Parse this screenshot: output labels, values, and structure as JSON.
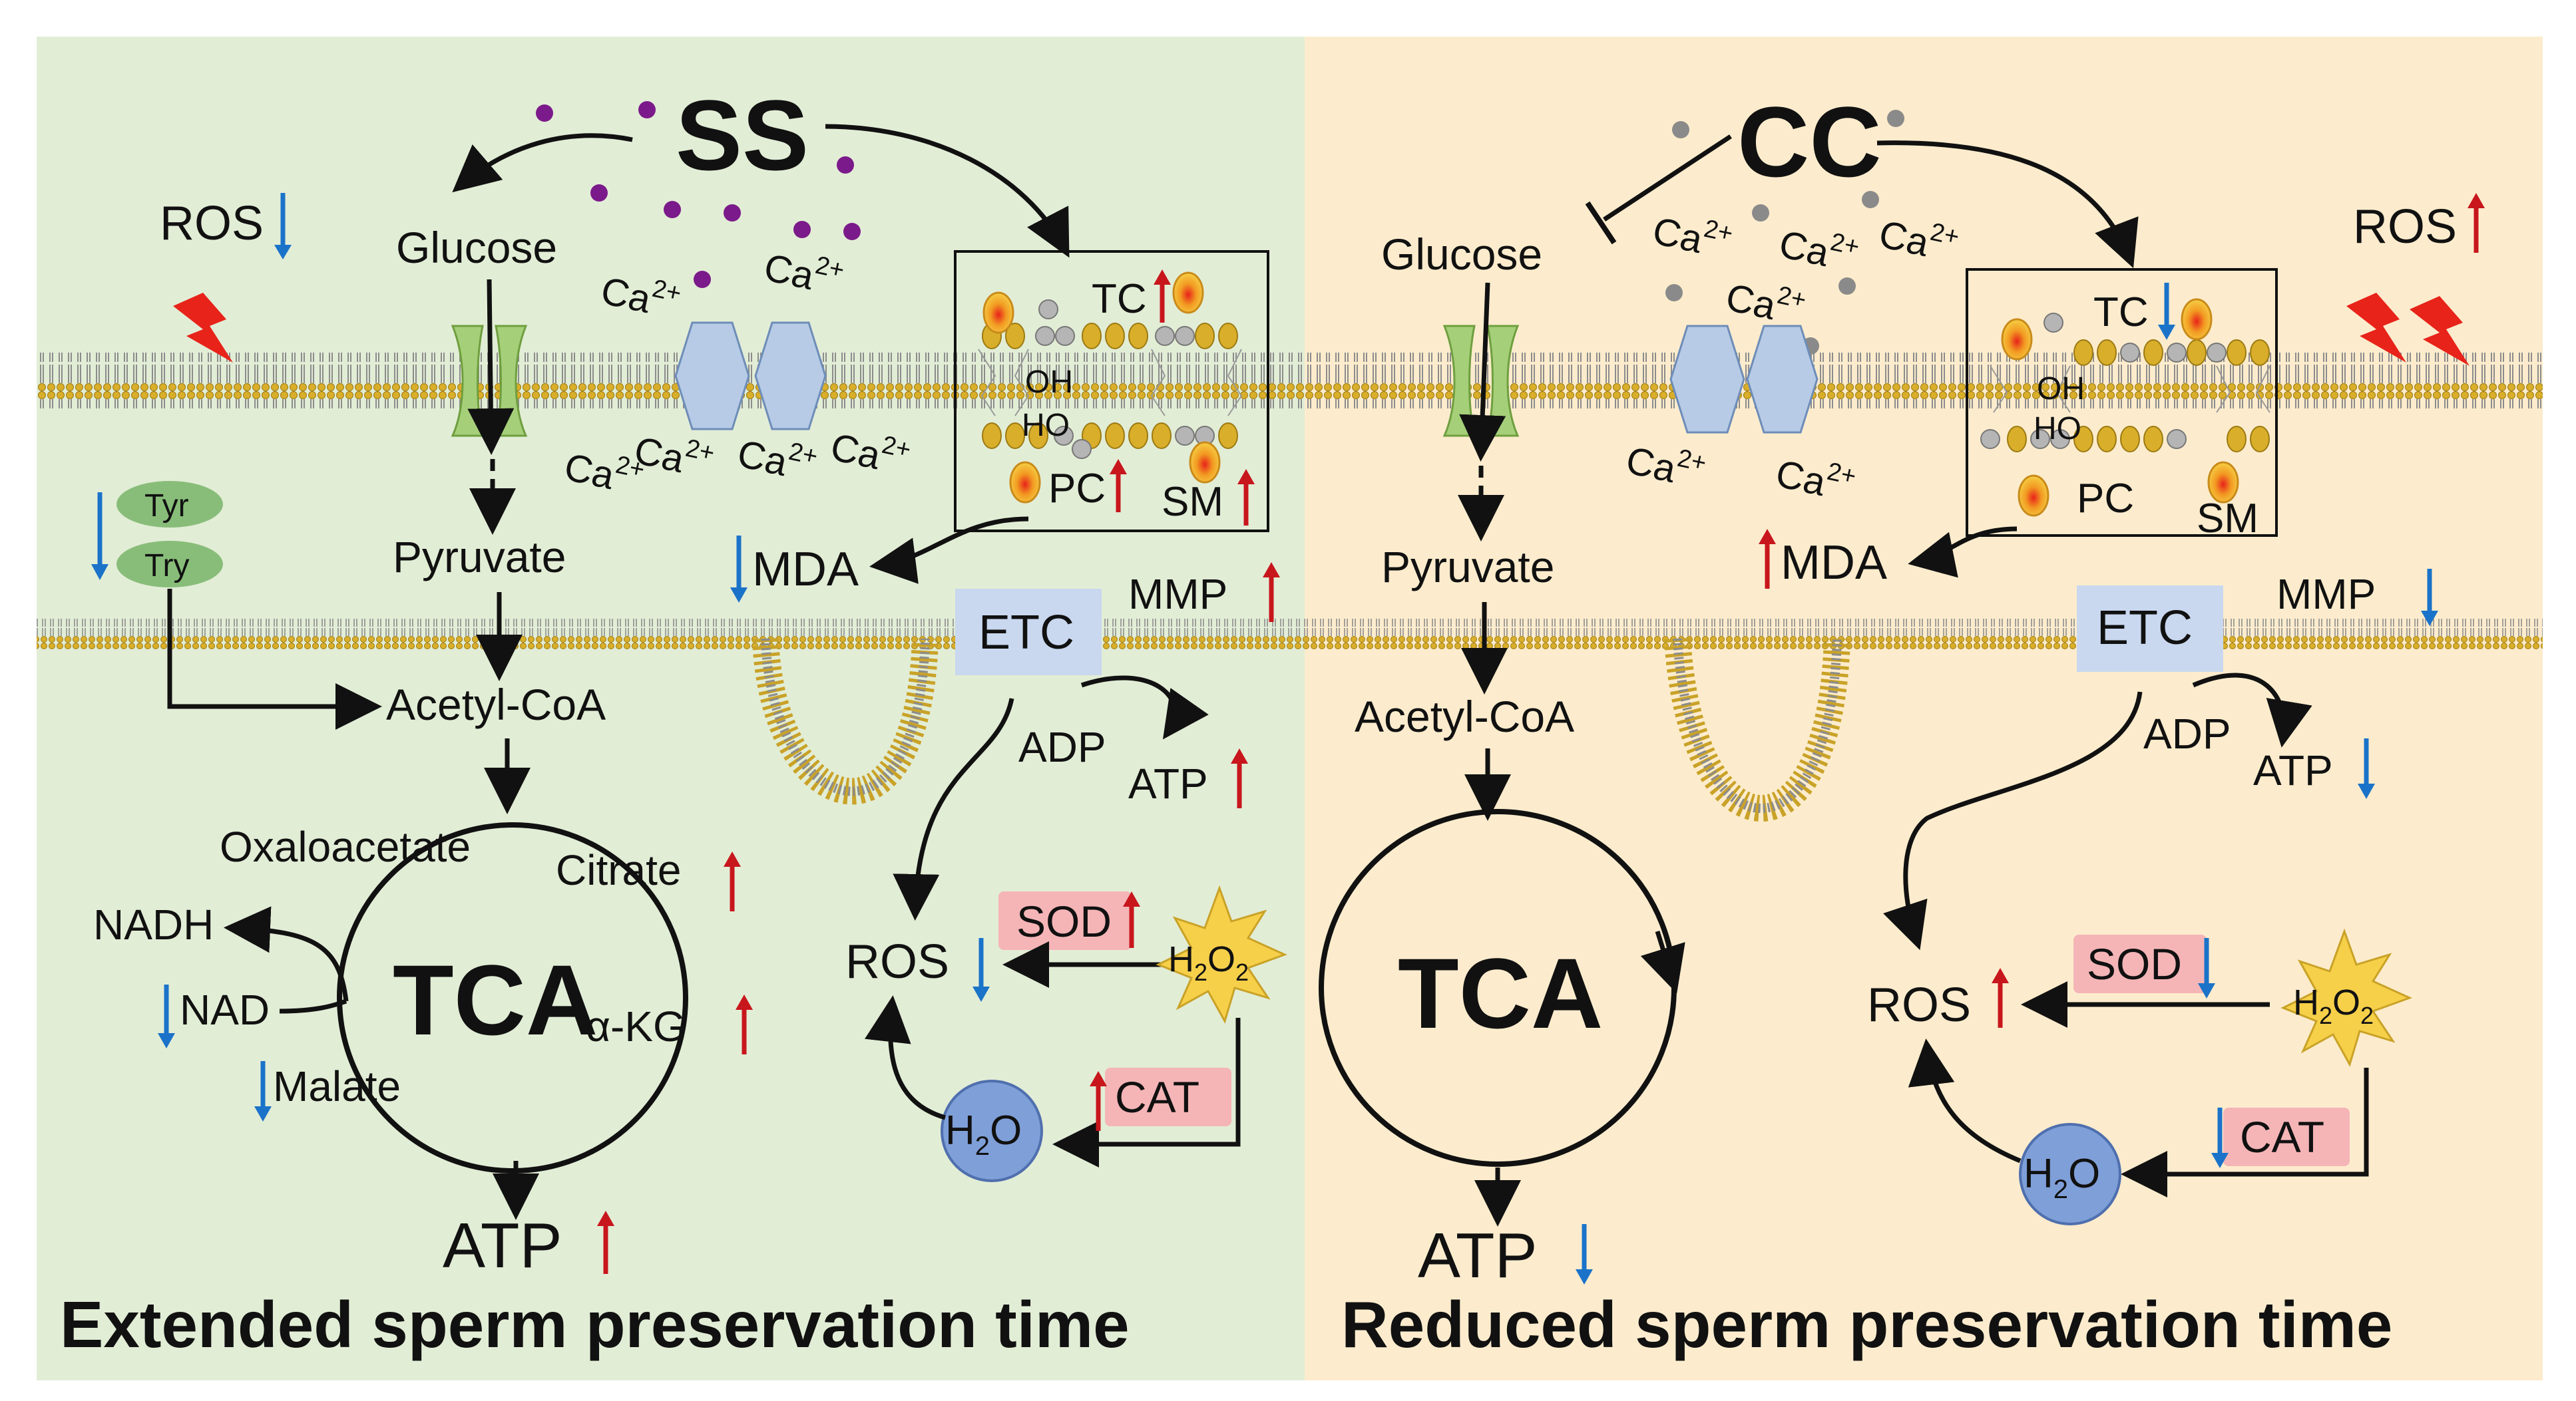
{
  "colors": {
    "left_bg": "#e2edd6",
    "right_bg": "#fceccd",
    "membrane": "#c9a227",
    "arrow_up": "#c8161d",
    "arrow_down": "#1b73c9",
    "enzyme_box": "#f5b5b7",
    "etc_box": "#c9d8ef",
    "water_circle": "#7f9fd8",
    "star": "#f7d04a",
    "ss_particle": "#7b1a8a",
    "cc_particle": "#8a8a8a",
    "bolt": "#e8231a",
    "channel": "#a6cf7a",
    "pump": "#b7cbe6"
  },
  "left": {
    "title": "SS",
    "footer": "Extended sperm preservation time",
    "ros": "ROS",
    "glucose": "Glucose",
    "ca": "Ca",
    "ca_sup": "2+",
    "tc": "TC",
    "oh": "OH",
    "ho": "HO",
    "pc": "PC",
    "sm": "SM",
    "tyr": "Tyr",
    "try": "Try",
    "pyruvate": "Pyruvate",
    "mda": "MDA",
    "etc": "ETC",
    "mmp": "MMP",
    "acetyl": "Acetyl-CoA",
    "adp": "ADP",
    "atp_small": "ATP",
    "oxaloacetate": "Oxaloacetate",
    "citrate": "Citrate",
    "nadh": "NADH",
    "nad": "NAD",
    "tca": "TCA",
    "akg": "α-KG",
    "malate": "Malate",
    "ros2": "ROS",
    "sod": "SOD",
    "h": "H",
    "o": "O",
    "sub2": "2",
    "cat": "CAT",
    "atp_big": "ATP"
  },
  "right": {
    "title": "CC",
    "footer": "Reduced sperm preservation time",
    "ros": "ROS",
    "glucose": "Glucose",
    "ca": "Ca",
    "ca_sup": "2+",
    "tc": "TC",
    "oh": "OH",
    "ho": "HO",
    "pc": "PC",
    "sm": "SM",
    "pyruvate": "Pyruvate",
    "mda": "MDA",
    "etc": "ETC",
    "mmp": "MMP",
    "acetyl": "Acetyl-CoA",
    "adp": "ADP",
    "atp_small": "ATP",
    "tca": "TCA",
    "ros2": "ROS",
    "sod": "SOD",
    "h": "H",
    "o": "O",
    "sub2": "2",
    "cat": "CAT",
    "atp_big": "ATP"
  }
}
